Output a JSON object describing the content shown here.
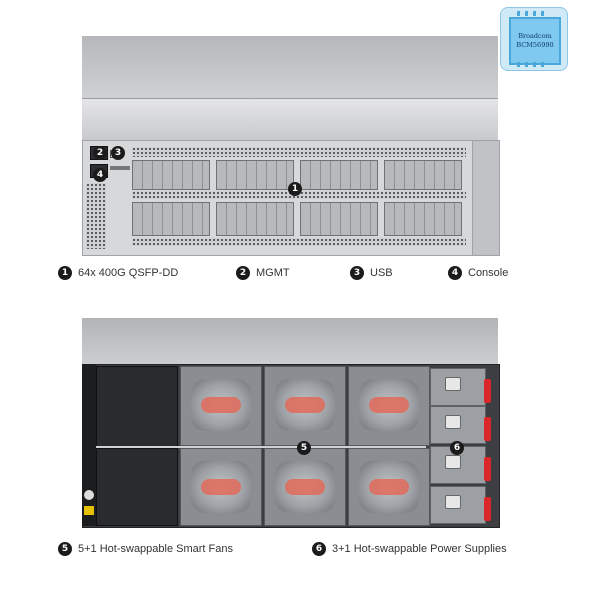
{
  "chip": {
    "line1": "Broadcom",
    "line2": "BCM56990"
  },
  "front_callouts": [
    {
      "num": "1",
      "label": "64x 400G QSFP-DD"
    },
    {
      "num": "2",
      "label": "MGMT"
    },
    {
      "num": "3",
      "label": "USB"
    },
    {
      "num": "4",
      "label": "Console"
    }
  ],
  "rear_callouts": [
    {
      "num": "5",
      "label": "5+1 Hot-swappable Smart Fans"
    },
    {
      "num": "6",
      "label": "3+1 Hot-swappable Power Supplies"
    }
  ],
  "colors": {
    "handle": "#d8262b",
    "fan_accent": "#e06b5a",
    "chip": "#7fc8f0"
  }
}
